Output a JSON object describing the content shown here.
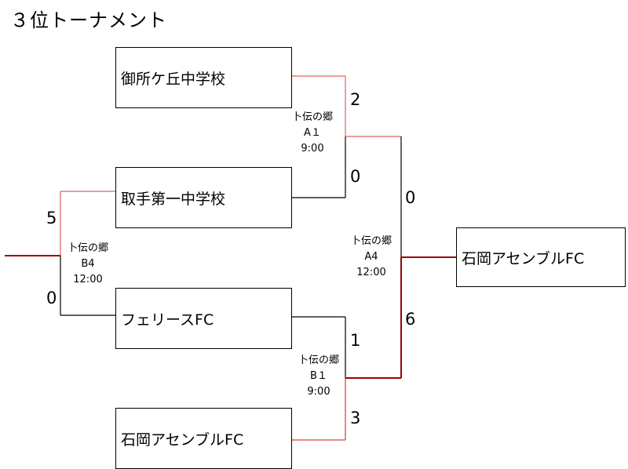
{
  "title": "３位トーナメント",
  "teams": {
    "t1": "御所ケ丘中学校",
    "t2": "取手第一中学校",
    "t3": "フェリースFC",
    "t4": "石岡アセンブルFC",
    "winner": "石岡アセンブルFC"
  },
  "matches": {
    "a1": {
      "venue": "卜伝の郷",
      "code": "A１",
      "time": "9:00",
      "score_top": "2",
      "score_bottom": "0"
    },
    "b1": {
      "venue": "卜伝の郷",
      "code": "B１",
      "time": "9:00",
      "score_top": "1",
      "score_bottom": "3"
    },
    "a4": {
      "venue": "卜伝の郷",
      "code": "A4",
      "time": "12:00",
      "score_top": "0",
      "score_bottom": "6"
    },
    "b4": {
      "venue": "卜伝の郷",
      "code": "B4",
      "time": "12:00",
      "score_top": "5",
      "score_bottom": "0"
    }
  },
  "colors": {
    "line": "#000000",
    "win_light": "#e06060",
    "win_dark": "#a00000"
  }
}
